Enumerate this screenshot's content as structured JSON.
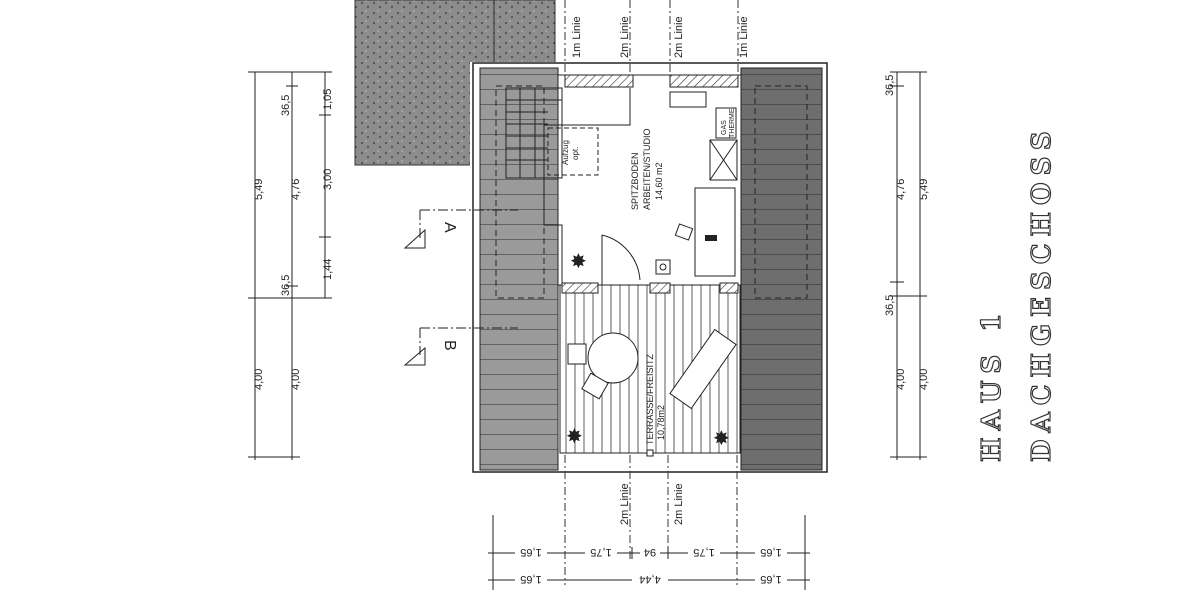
{
  "plan": {
    "title_line1": "HAUS 1",
    "title_line2": "DACHGESCHOSS",
    "room_studio": {
      "name1": "SPITZBODEN",
      "name2": "ARBEITEN/STUDIO",
      "area": "14,60 m2"
    },
    "room_terrace": {
      "name": "TERRASSE/FREISITZ",
      "area": "10,78m2"
    },
    "lift_label1": "Aufzug",
    "lift_label2": "opt.",
    "gas_label1": "GAS",
    "gas_label2": "THERME",
    "section_a": "A",
    "section_b": "B",
    "lines_top": [
      "1m Linie",
      "2m Linie",
      "2m Linie",
      "1m Linie"
    ],
    "lines_bottom": [
      "2m Linie",
      "2m Linie"
    ]
  },
  "dims": {
    "left_outer": [
      "5,49",
      "4,00"
    ],
    "left_mid": [
      "36,5",
      "4,76",
      "36,5",
      "4,00"
    ],
    "left_inner": [
      "1,05",
      "3,00",
      "1,44"
    ],
    "right_inner": [
      "36,5",
      "4,76",
      "36,5",
      "4,00"
    ],
    "right_outer": [
      "5,49",
      "4,00"
    ],
    "bottom_row1": [
      "1,65",
      "1,75",
      "94",
      "1,75",
      "1,65"
    ],
    "bottom_row2": [
      "1,65",
      "4,44",
      "1,65"
    ]
  },
  "colors": {
    "roof_left": "#9a9a9a",
    "roof_right": "#6e6e6e",
    "stipple": "#8c8c8c",
    "line": "#222222"
  }
}
